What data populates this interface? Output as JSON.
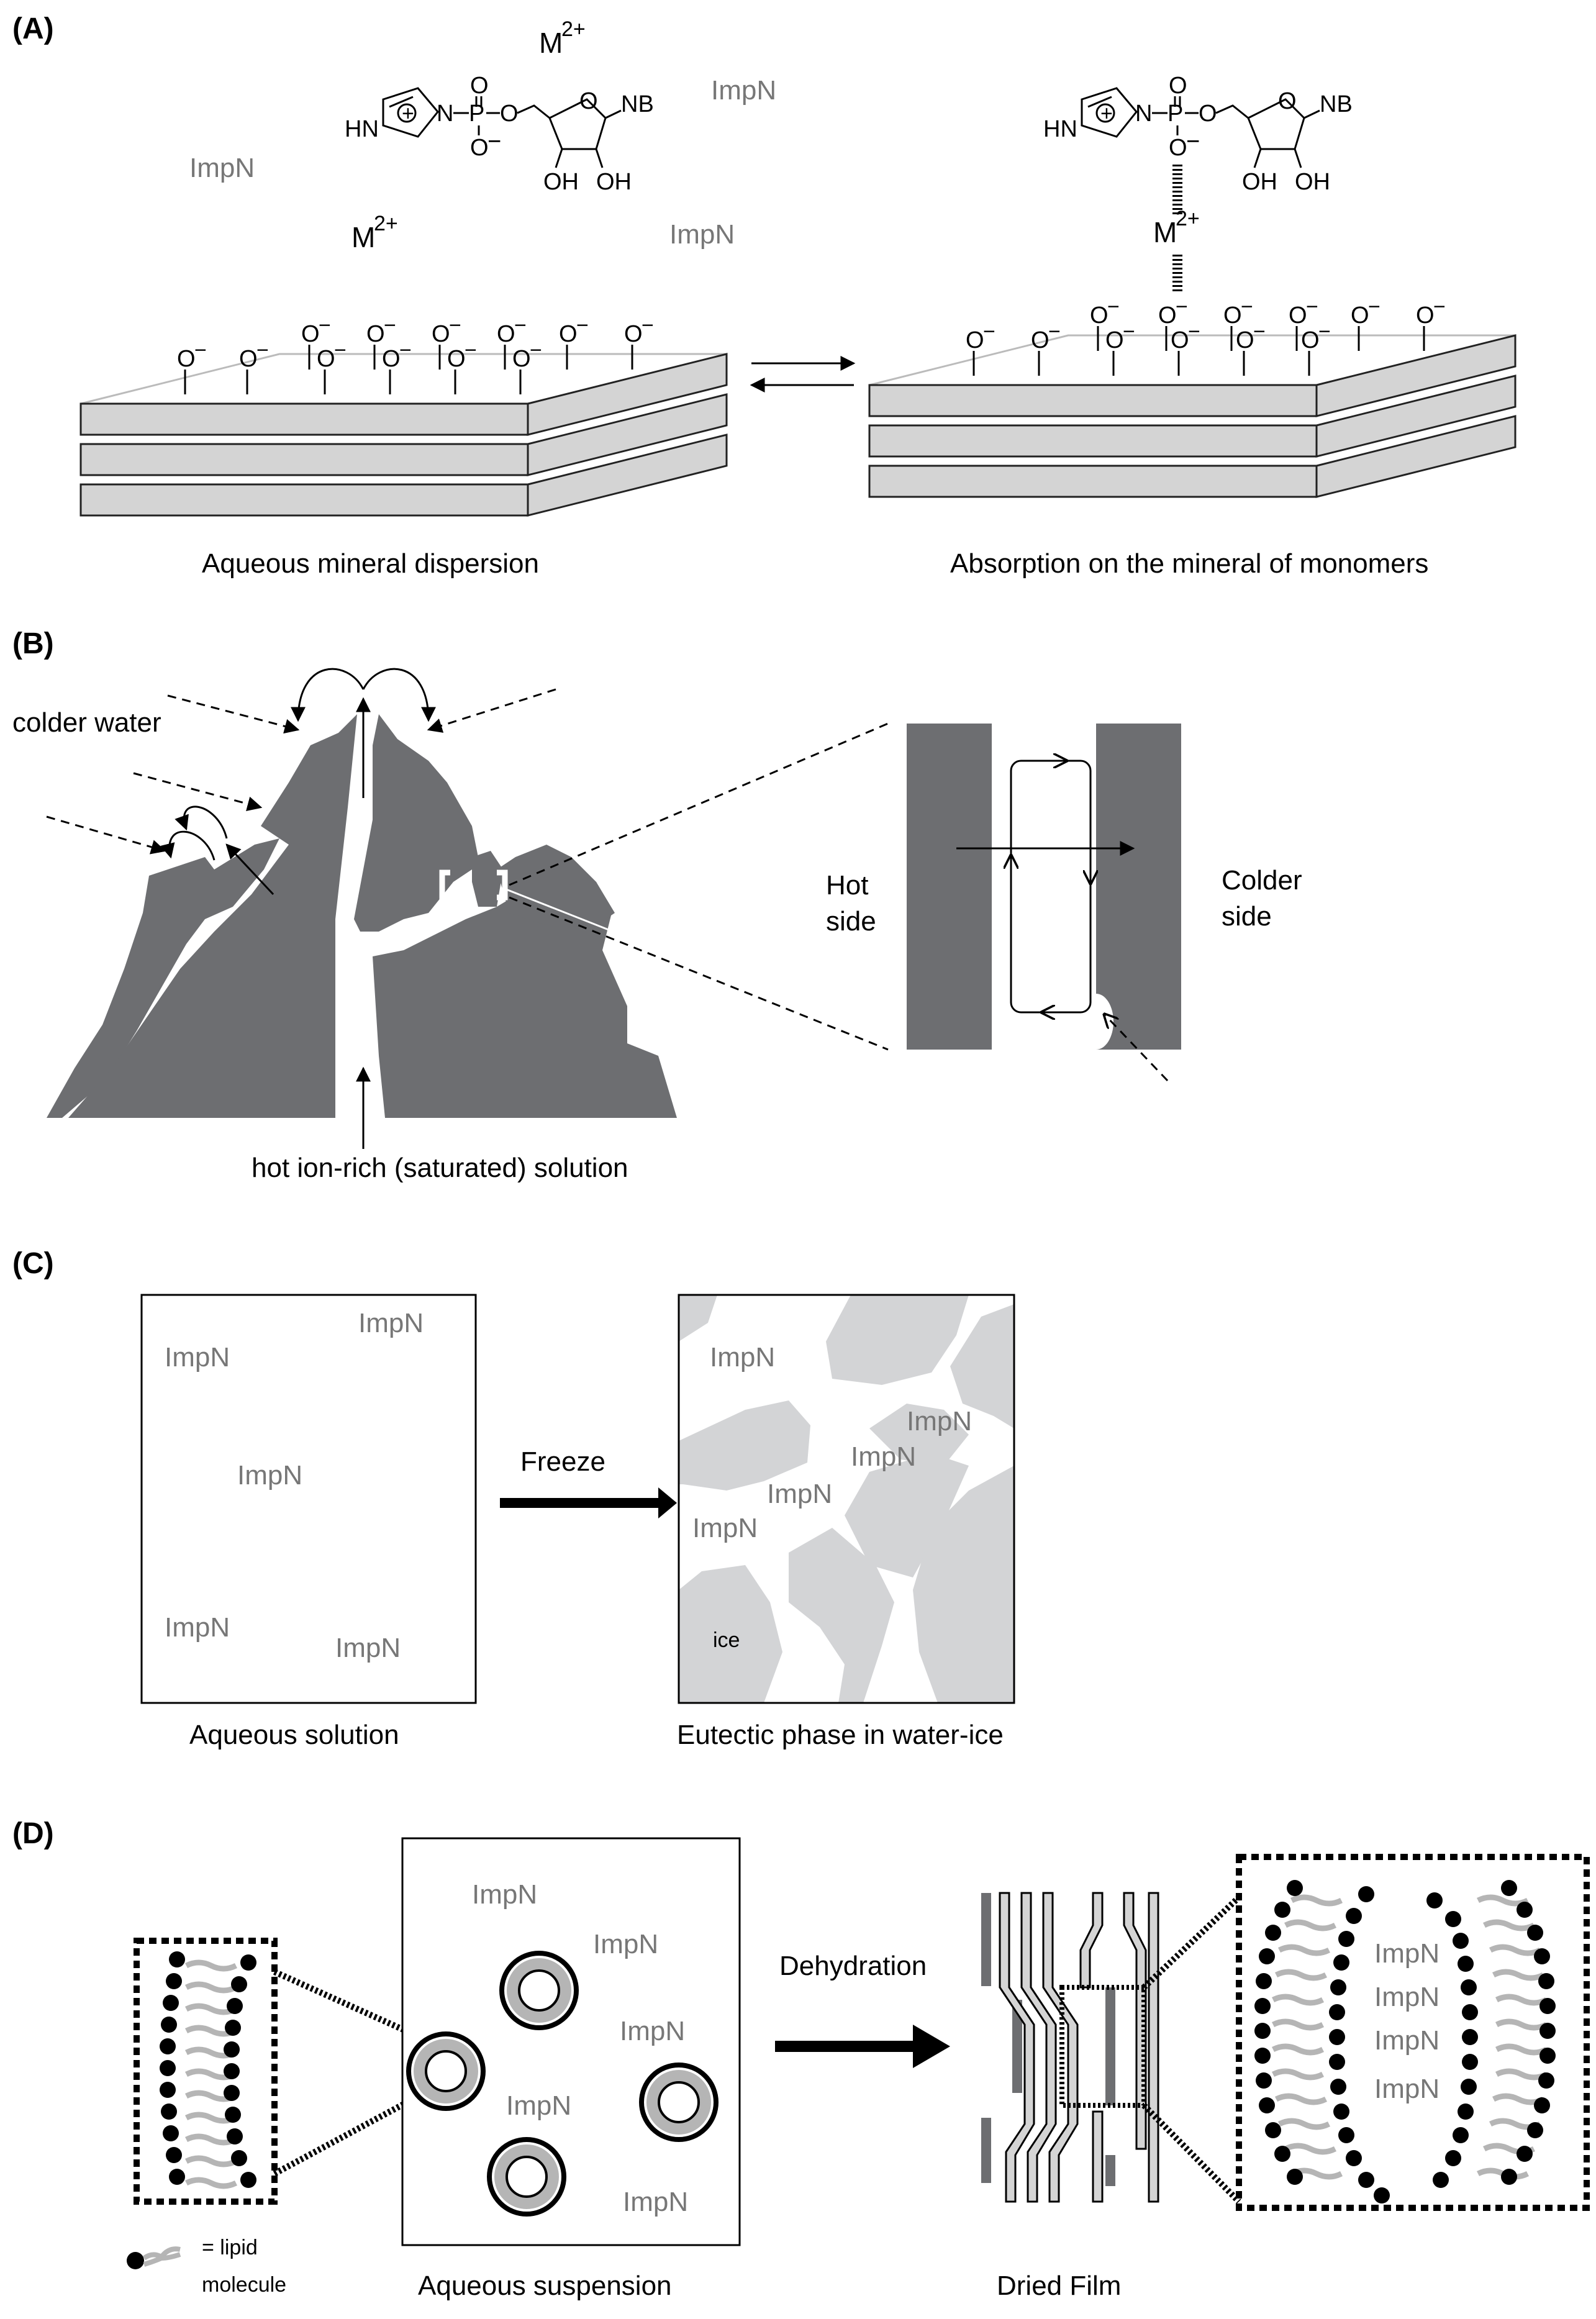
{
  "panel_a": {
    "label": "(A)",
    "left_caption": "Aqueous mineral dispersion",
    "right_caption": "Absorption on the mineral of monomers",
    "impn": "ImpN",
    "metal_ion": "M",
    "metal_charge": "2+",
    "nucleobase": "NB",
    "hydroxyl": "OH",
    "phosphorus": "P",
    "oxygen": "O",
    "nitrogen": "N",
    "imidazole_nh": "HN",
    "surface_group": "O",
    "surface_charge": "−",
    "plus": "+"
  },
  "panel_b": {
    "label": "(B)",
    "colder_water": "colder water",
    "hot_solution": "hot ion-rich (saturated) solution",
    "hot_side_1": "Hot",
    "hot_side_2": "side",
    "colder_side_1": "Colder",
    "colder_side_2": "side"
  },
  "panel_c": {
    "label": "(C)",
    "left_caption": "Aqueous solution",
    "right_caption": "Eutectic phase in water-ice",
    "arrow_label": "Freeze",
    "impn": "ImpN",
    "ice_label": "ice"
  },
  "panel_d": {
    "label": "(D)",
    "arrow_label": "Dehydration",
    "middle_caption": "Aqueous suspension",
    "right_caption": "Dried Film",
    "legend_1": "= lipid",
    "legend_2": "molecule",
    "impn": "ImpN"
  },
  "colors": {
    "rock": "#6d6e71",
    "slab": "#d4d4d4",
    "ice": "#d3d4d6",
    "impn_text": "#777777",
    "lipid_tail": "#b5b5b5"
  }
}
